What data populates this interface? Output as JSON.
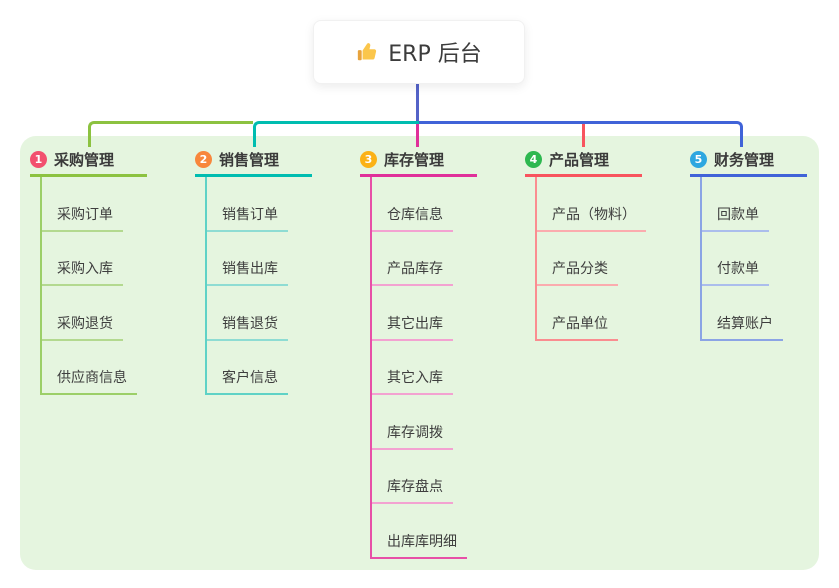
{
  "root": {
    "label": "ERP 后台",
    "icon": "thumbs-up-icon",
    "stub_color": "#5463c8"
  },
  "panel": {
    "background": "#e5f5df"
  },
  "branches": [
    {
      "index": "1",
      "title": "采购管理",
      "color": "#8cc240",
      "badge_color": "#f2506e",
      "trunk_color": "#9ccf68",
      "child_line_color": "#b3d98f",
      "children": [
        "采购订单",
        "采购入库",
        "采购退货",
        "供应商信息"
      ]
    },
    {
      "index": "2",
      "title": "销售管理",
      "color": "#00bdb0",
      "badge_color": "#f8873c",
      "trunk_color": "#5fd2c6",
      "child_line_color": "#8edcd3",
      "children": [
        "销售订单",
        "销售出库",
        "销售退货",
        "客户信息"
      ]
    },
    {
      "index": "3",
      "title": "库存管理",
      "color": "#e0309a",
      "badge_color": "#fbb216",
      "trunk_color": "#e750a7",
      "child_line_color": "#f3a2d1",
      "children": [
        "仓库信息",
        "产品库存",
        "其它出库",
        "其它入库",
        "库存调拨",
        "库存盘点",
        "出库库明细"
      ]
    },
    {
      "index": "4",
      "title": "产品管理",
      "color": "#f8545e",
      "badge_color": "#2eb850",
      "trunk_color": "#fa8d90",
      "child_line_color": "#fbabae",
      "children": [
        "产品（物料）",
        "产品分类",
        "产品单位"
      ]
    },
    {
      "index": "5",
      "title": "财务管理",
      "color": "#4063d8",
      "badge_color": "#2da7e0",
      "trunk_color": "#8ba4e5",
      "child_line_color": "#abbdec",
      "children": [
        "回款单",
        "付款单",
        "结算账户"
      ]
    }
  ]
}
